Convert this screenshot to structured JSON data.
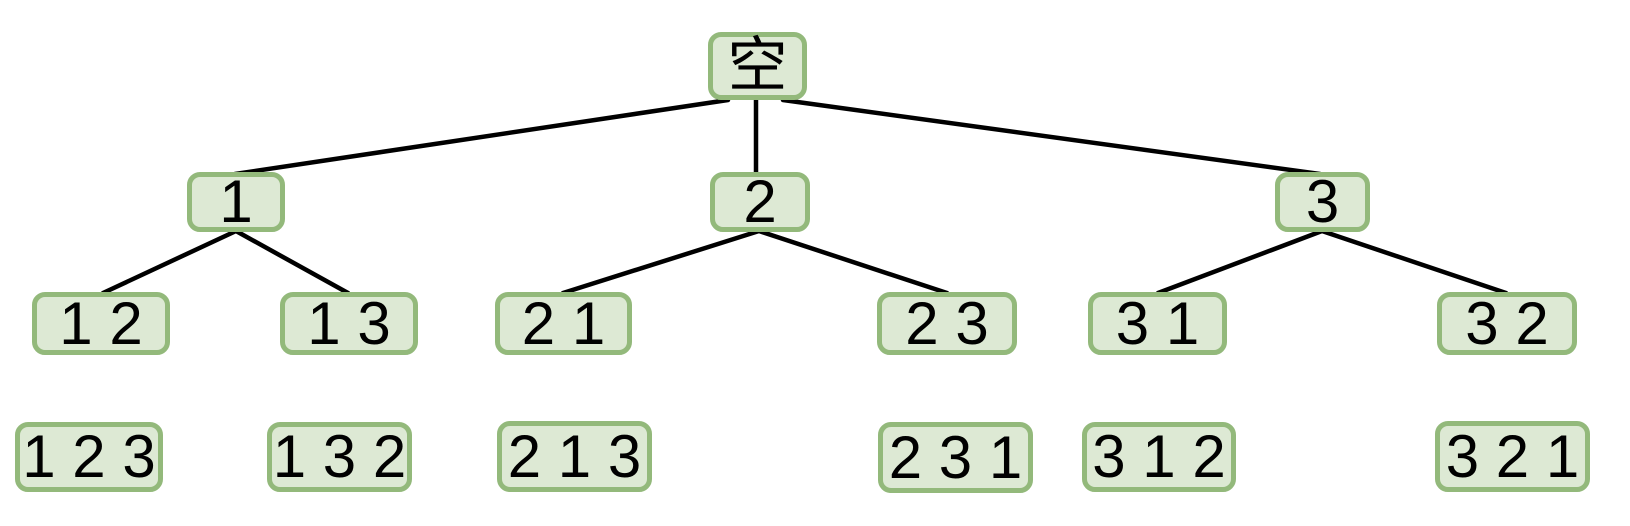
{
  "diagram": {
    "description_type": "permutation-search-tree",
    "tree": {
      "root_label": "空",
      "level1_labels": [
        "1",
        "2",
        "3"
      ],
      "level2_labels": [
        "1 2",
        "1 3",
        "2 1",
        "2 3",
        "3 1",
        "3 2"
      ],
      "level3_labels": [
        "1 2 3",
        "1 3 2",
        "2 1 3",
        "2 3 1",
        "3 1 2",
        "3 2 1"
      ]
    },
    "edges": [
      [
        "root",
        "1"
      ],
      [
        "root",
        "2"
      ],
      [
        "root",
        "3"
      ],
      [
        "1",
        "1 2"
      ],
      [
        "1",
        "1 3"
      ],
      [
        "2",
        "2 1"
      ],
      [
        "2",
        "2 3"
      ],
      [
        "3",
        "3 1"
      ],
      [
        "3",
        "3 2"
      ]
    ],
    "colors": {
      "background": "#ffffff",
      "node_fill": "#dde9d4",
      "node_border": "#93b97b",
      "edge": "#000000",
      "text": "#000000"
    }
  }
}
